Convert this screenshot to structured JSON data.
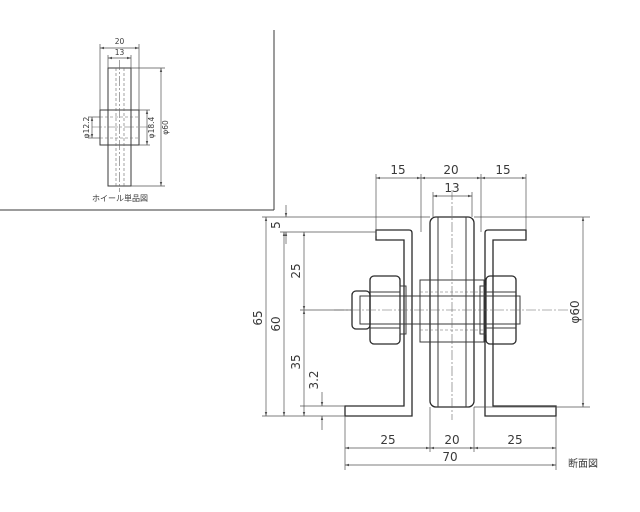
{
  "wheel_view": {
    "caption": "ホイール単品図",
    "dims": {
      "overall_width": "20",
      "hub_width": "13",
      "bore": "φ12.2",
      "hub_dia": "φ18.4",
      "outer_dia": "φ60"
    }
  },
  "section_view": {
    "caption": "断面図",
    "dims": {
      "top_left": "15",
      "top_center": "20",
      "top_right": "15",
      "wheel_width": "13",
      "flange_gap": "5",
      "upper_height": "25",
      "lower_height": "35",
      "overall_65": "65",
      "overall_60": "60",
      "thickness": "3.2",
      "outer_dia": "φ60",
      "bottom_left": "25",
      "bottom_center": "20",
      "bottom_right": "25",
      "overall_width": "70"
    }
  }
}
